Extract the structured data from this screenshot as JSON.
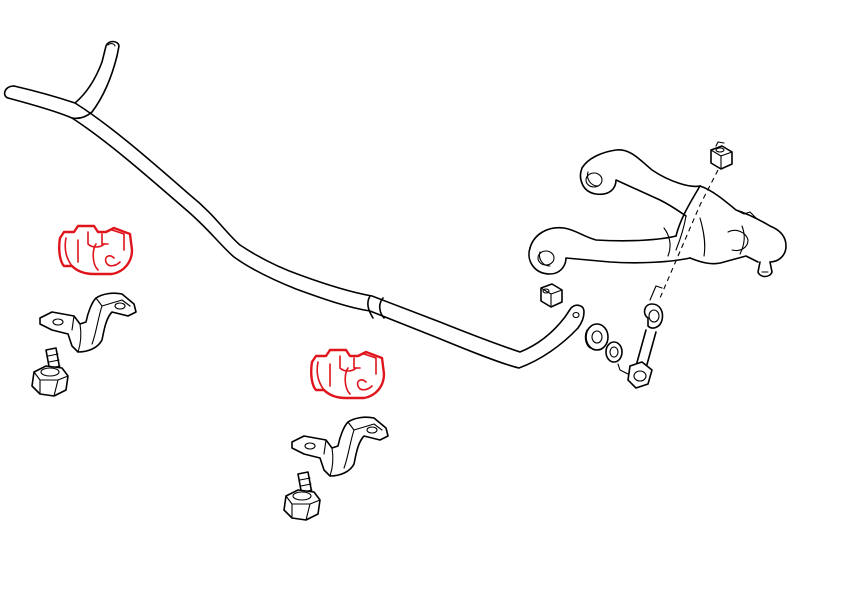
{
  "diagram": {
    "highlight_color": "#e0141c",
    "line_color": "#000000",
    "background": "#ffffff",
    "parts": [
      {
        "id": "stabilizer-bar",
        "icon": "sway-bar-icon"
      },
      {
        "id": "bushing-left",
        "icon": "bushing-icon",
        "highlighted": true
      },
      {
        "id": "bushing-center",
        "icon": "bushing-icon",
        "highlighted": true
      },
      {
        "id": "bracket-left",
        "icon": "bracket-icon"
      },
      {
        "id": "bracket-center",
        "icon": "bracket-icon"
      },
      {
        "id": "bolt-left",
        "icon": "bolt-icon"
      },
      {
        "id": "bolt-center",
        "icon": "bolt-icon"
      },
      {
        "id": "end-link",
        "icon": "link-icon"
      },
      {
        "id": "link-nut-top",
        "icon": "nut-icon"
      },
      {
        "id": "link-nut-bar",
        "icon": "nut-icon"
      },
      {
        "id": "link-cushion",
        "icon": "cushion-icon"
      },
      {
        "id": "link-washer",
        "icon": "washer-icon"
      },
      {
        "id": "control-arm",
        "icon": "control-arm-icon"
      }
    ]
  }
}
